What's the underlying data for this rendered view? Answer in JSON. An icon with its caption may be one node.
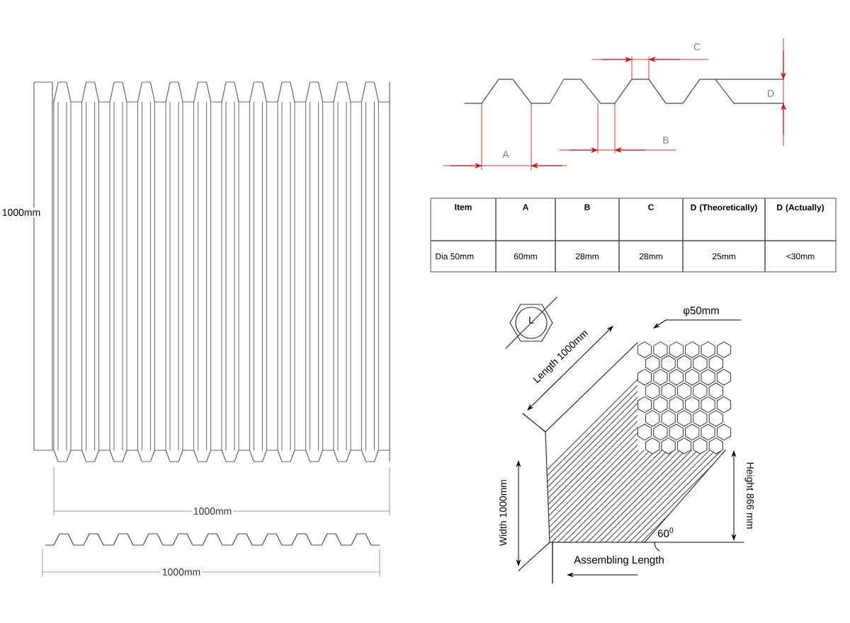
{
  "diagram": {
    "labels": [
      "1000mm",
      "C",
      "D",
      "B",
      "A",
      "Item",
      "A",
      "B",
      "C",
      "D (Theoretically)",
      "D (Actually)",
      "Dia 50mm",
      "60mm",
      "28mm",
      "28mm",
      "25mm",
      "<30mm",
      "L",
      "φ50mm",
      "Length 1000mm",
      "Width 1000mm",
      "Height 866 mm",
      "60$^{0}$",
      "Assembling Length",
      "1000mm",
      "1000mm"
    ]
  }
}
